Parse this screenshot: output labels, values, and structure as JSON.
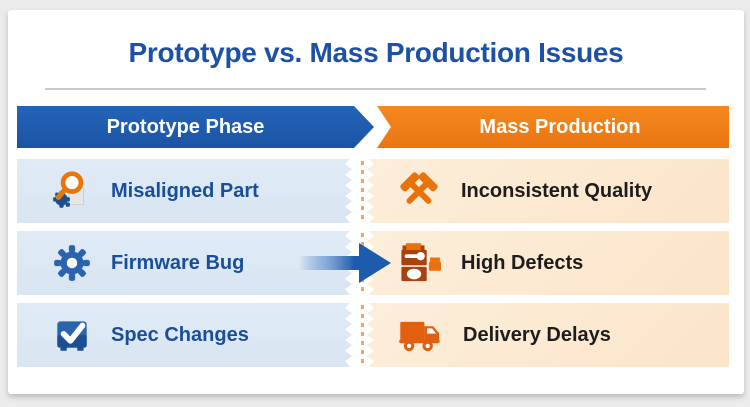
{
  "title": {
    "text": "Prototype vs. Mass Production Issues",
    "color": "#1c51a6"
  },
  "headers": {
    "left": {
      "label": "Prototype Phase",
      "bg": "#1d57ab",
      "text_color": "#ffffff"
    },
    "right": {
      "label": "Mass Production",
      "bg": "#ef7c18",
      "text_color": "#ffffff"
    }
  },
  "columns": {
    "left": {
      "row_bg": "#dde9f5",
      "label_color": "#1a4e99",
      "items": [
        {
          "label": "Misaligned Part",
          "icon": "magnifier-gear-icon"
        },
        {
          "label": "Firmware Bug",
          "icon": "gear-icon"
        },
        {
          "label": "Spec Changes",
          "icon": "checkbox-check-icon"
        }
      ]
    },
    "right": {
      "row_bg": "#fbe6cd",
      "label_color": "#1d1d1d",
      "items": [
        {
          "label": "Inconsistent Quality",
          "icon": "crossed-hammers-icon"
        },
        {
          "label": "High Defects",
          "icon": "defect-machine-icon"
        },
        {
          "label": "Delivery Delays",
          "icon": "delivery-truck-icon"
        }
      ]
    }
  },
  "flow_arrow": {
    "direction": "left-to-right",
    "color": "#1d5bad"
  },
  "colors": {
    "page_bg": "#ececed",
    "card_bg": "#ffffff",
    "divider": "#c9c9c9",
    "icon_orange": "#e8720c",
    "icon_dark_orange": "#a8430f",
    "icon_blue": "#2a64b0"
  }
}
